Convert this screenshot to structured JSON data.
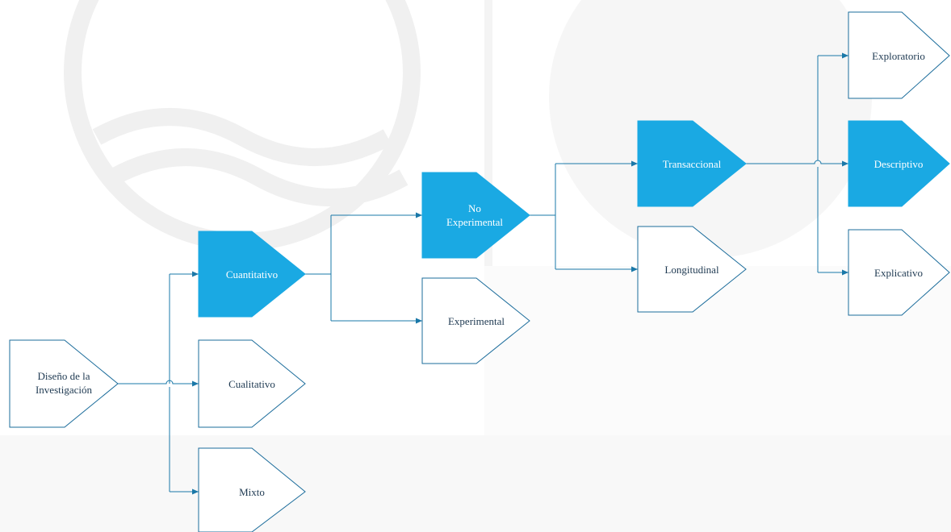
{
  "diagram": {
    "colors": {
      "accent_fill": "#1aa9e3",
      "outline": "#1b6c9b",
      "connector": "#1a78a8",
      "text_dark": "#1f3a52",
      "text_light": "#ffffff",
      "watermark": "#efefef"
    },
    "nodes": {
      "diseno": {
        "label_line1": "Diseño de la",
        "label_line2": "Investigación",
        "highlighted": false
      },
      "cuantitativo": {
        "label": "Cuantitativo",
        "highlighted": true
      },
      "cualitativo": {
        "label": "Cualitativo",
        "highlighted": false
      },
      "mixto": {
        "label": "Mixto",
        "highlighted": false
      },
      "no_experimental": {
        "label_line1": "No",
        "label_line2": "Experimental",
        "highlighted": true
      },
      "experimental": {
        "label": "Experimental",
        "highlighted": false
      },
      "transaccional": {
        "label": "Transaccional",
        "highlighted": true
      },
      "longitudinal": {
        "label": "Longitudinal",
        "highlighted": false
      },
      "exploratorio": {
        "label": "Exploratorio",
        "highlighted": false
      },
      "descriptivo": {
        "label": "Descriptivo",
        "highlighted": true
      },
      "explicativo": {
        "label": "Explicativo",
        "highlighted": false
      }
    },
    "edges": [
      [
        "diseno",
        "cuantitativo"
      ],
      [
        "diseno",
        "cualitativo"
      ],
      [
        "diseno",
        "mixto"
      ],
      [
        "cuantitativo",
        "no_experimental"
      ],
      [
        "cuantitativo",
        "experimental"
      ],
      [
        "no_experimental",
        "transaccional"
      ],
      [
        "no_experimental",
        "longitudinal"
      ],
      [
        "transaccional",
        "exploratorio"
      ],
      [
        "transaccional",
        "descriptivo"
      ],
      [
        "transaccional",
        "explicativo"
      ]
    ]
  }
}
